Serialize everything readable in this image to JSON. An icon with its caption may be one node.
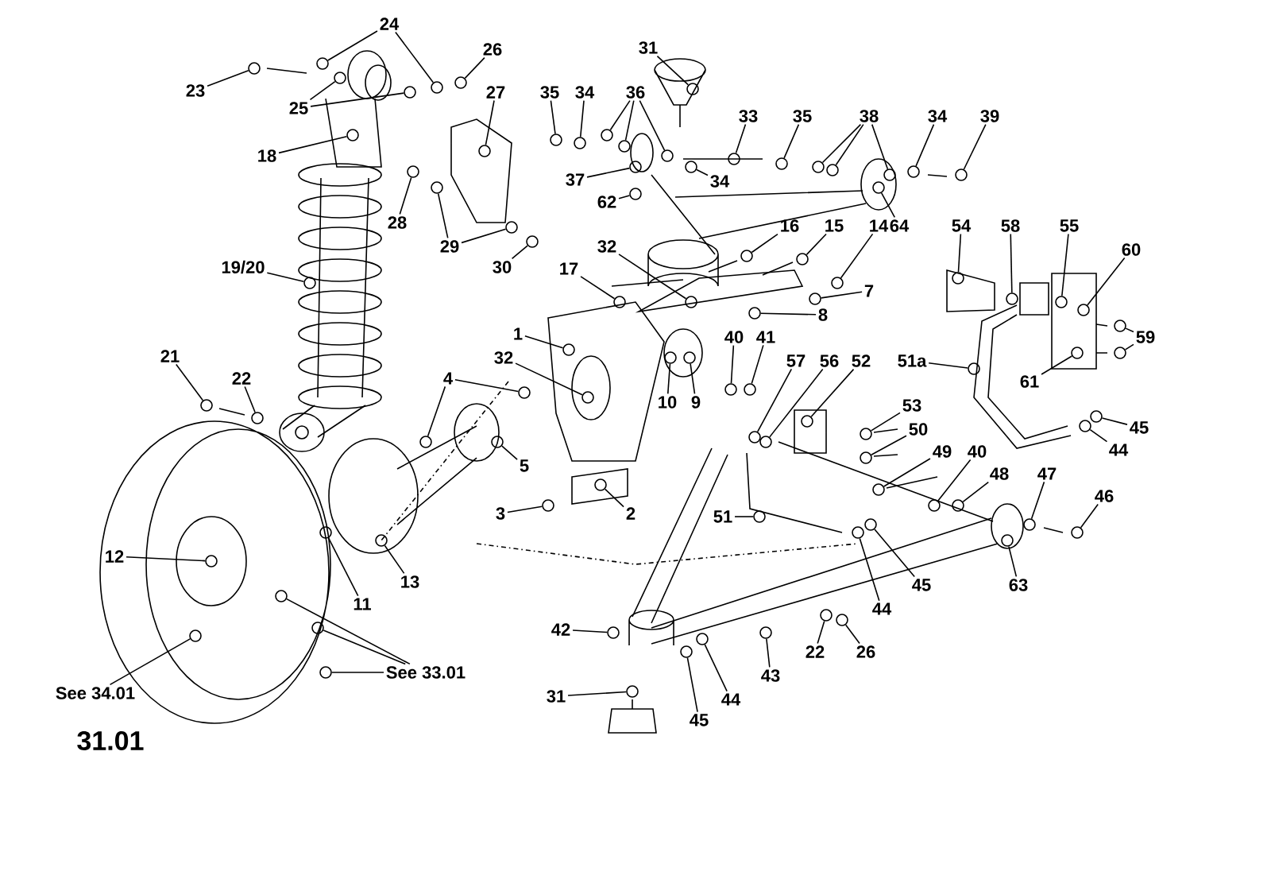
{
  "diagram": {
    "nodes": [
      {
        "text": [
          "24"
        ]
      },
      {
        "text": [
          "26"
        ]
      },
      {
        "text": [
          "31"
        ]
      },
      {
        "text": [
          "23"
        ]
      },
      {
        "text": [
          "27"
        ]
      },
      {
        "text": [
          "35"
        ]
      },
      {
        "text": [
          "34"
        ]
      },
      {
        "text": [
          "36"
        ]
      },
      {
        "text": [
          "25"
        ]
      },
      {
        "text": [
          "33"
        ]
      },
      {
        "text": [
          "35"
        ]
      },
      {
        "text": [
          "38"
        ]
      },
      {
        "text": [
          "34"
        ]
      },
      {
        "text": [
          "39"
        ]
      },
      {
        "text": [
          "18"
        ]
      },
      {
        "text": [
          "37"
        ]
      },
      {
        "text": [
          "34"
        ]
      },
      {
        "text": [
          "62"
        ]
      },
      {
        "text": [
          "28"
        ]
      },
      {
        "text": [
          "16"
        ]
      },
      {
        "text": [
          "15"
        ]
      },
      {
        "text": [
          "14"
        ]
      },
      {
        "text": [
          "64"
        ]
      },
      {
        "text": [
          "54"
        ]
      },
      {
        "text": [
          "58"
        ]
      },
      {
        "text": [
          "55"
        ]
      },
      {
        "text": [
          "29"
        ]
      },
      {
        "text": [
          "32"
        ]
      },
      {
        "text": [
          "60"
        ]
      },
      {
        "text": [
          "30"
        ]
      },
      {
        "text": [
          "19/20"
        ]
      },
      {
        "text": [
          "17"
        ]
      },
      {
        "text": [
          "7"
        ]
      },
      {
        "text": [
          "8"
        ]
      },
      {
        "text": [
          "1"
        ]
      },
      {
        "text": [
          "40"
        ]
      },
      {
        "text": [
          "41"
        ]
      },
      {
        "text": [
          "59"
        ]
      },
      {
        "text": [
          "21"
        ]
      },
      {
        "text": [
          "32"
        ]
      },
      {
        "text": [
          "57"
        ]
      },
      {
        "text": [
          "56"
        ]
      },
      {
        "text": [
          "52"
        ]
      },
      {
        "text": [
          "51a"
        ]
      },
      {
        "text": [
          "4"
        ]
      },
      {
        "text": [
          "22"
        ]
      },
      {
        "text": [
          "61"
        ]
      },
      {
        "text": [
          "10"
        ]
      },
      {
        "text": [
          "9"
        ]
      },
      {
        "text": [
          "53"
        ]
      },
      {
        "text": [
          "45"
        ]
      },
      {
        "text": [
          "50"
        ]
      },
      {
        "text": [
          "44"
        ]
      },
      {
        "text": [
          "49"
        ]
      },
      {
        "text": [
          "40"
        ]
      },
      {
        "text": [
          "5"
        ]
      },
      {
        "text": [
          "48"
        ]
      },
      {
        "text": [
          "47"
        ]
      },
      {
        "text": [
          "46"
        ]
      },
      {
        "text": [
          "3"
        ]
      },
      {
        "text": [
          "2"
        ]
      },
      {
        "text": [
          "51"
        ]
      },
      {
        "text": [
          "12"
        ]
      },
      {
        "text": [
          "13"
        ]
      },
      {
        "text": [
          "45"
        ]
      },
      {
        "text": [
          "63"
        ]
      },
      {
        "text": [
          "11"
        ]
      },
      {
        "text": [
          "44"
        ]
      },
      {
        "text": [
          "42"
        ]
      },
      {
        "text": [
          "22"
        ]
      },
      {
        "text": [
          "26"
        ]
      },
      {
        "text": [
          "See 34.01"
        ]
      },
      {
        "text": [
          "See 33.01"
        ]
      },
      {
        "text": [
          "43"
        ]
      },
      {
        "text": [
          "31"
        ]
      },
      {
        "text": [
          "44"
        ]
      },
      {
        "text": [
          "45"
        ]
      },
      {
        "text": [],
        "shape": "circle"
      },
      {
        "text": [],
        "shape": "circle"
      },
      {
        "text": [],
        "shape": "circle"
      },
      {
        "text": [],
        "shape": "circle"
      },
      {
        "text": [],
        "shape": "circle"
      },
      {
        "text": [],
        "shape": "circle"
      },
      {
        "text": [],
        "shape": "circle"
      },
      {
        "text": [],
        "shape": "circle"
      },
      {
        "text": [],
        "shape": "circle"
      },
      {
        "text": [],
        "shape": "circle"
      },
      {
        "text": [],
        "shape": "circle"
      },
      {
        "text": [],
        "shape": "circle"
      },
      {
        "text": [],
        "shape": "circle"
      },
      {
        "text": [],
        "shape": "circle"
      },
      {
        "text": [],
        "shape": "circle"
      },
      {
        "text": [],
        "shape": "circle"
      },
      {
        "text": [],
        "shape": "circle"
      },
      {
        "text": [],
        "shape": "circle"
      },
      {
        "text": [],
        "shape": "circle"
      },
      {
        "text": [],
        "shape": "circle"
      },
      {
        "text": [],
        "shape": "circle"
      },
      {
        "text": [],
        "shape": "circle"
      },
      {
        "text": [],
        "shape": "circle"
      },
      {
        "text": [],
        "shape": "circle"
      },
      {
        "text": [],
        "shape": "circle"
      },
      {
        "text": [],
        "shape": "circle"
      },
      {
        "text": [],
        "shape": "circle"
      },
      {
        "text": [],
        "shape": "circle"
      },
      {
        "text": [],
        "shape": "circle"
      },
      {
        "text": [],
        "shape": "circle"
      },
      {
        "text": [],
        "shape": "circle"
      },
      {
        "text": [],
        "shape": "circle"
      },
      {
        "text": [],
        "shape": "circle"
      },
      {
        "text": [],
        "shape": "circle"
      },
      {
        "text": [],
        "shape": "circle"
      },
      {
        "text": [],
        "shape": "circle"
      },
      {
        "text": [],
        "shape": "circle"
      },
      {
        "text": [],
        "shape": "circle"
      },
      {
        "text": [],
        "shape": "circle"
      },
      {
        "text": [],
        "shape": "circle"
      },
      {
        "text": [],
        "shape": "circle"
      },
      {
        "text": [],
        "shape": "circle"
      },
      {
        "text": [],
        "shape": "circle"
      },
      {
        "text": [],
        "shape": "circle"
      },
      {
        "text": [],
        "shape": "circle"
      },
      {
        "text": [],
        "shape": "circle"
      },
      {
        "text": [],
        "shape": "circle"
      },
      {
        "text": [],
        "shape": "circle"
      },
      {
        "text": [],
        "shape": "circle"
      },
      {
        "text": [],
        "shape": "circle"
      },
      {
        "text": [],
        "shape": "circle"
      },
      {
        "text": [],
        "shape": "circle"
      },
      {
        "text": [],
        "shape": "circle"
      },
      {
        "text": [],
        "shape": "circle"
      },
      {
        "text": [],
        "shape": "circle"
      },
      {
        "text": [],
        "shape": "circle"
      },
      {
        "text": [],
        "shape": "circle"
      },
      {
        "text": [],
        "shape": "circle"
      },
      {
        "text": [],
        "shape": "circle"
      },
      {
        "text": [],
        "shape": "circle"
      },
      {
        "text": [],
        "shape": "circle"
      },
      {
        "text": [],
        "shape": "circle"
      },
      {
        "text": [],
        "shape": "circle"
      },
      {
        "text": [],
        "shape": "circle"
      },
      {
        "text": [],
        "shape": "circle"
      },
      {
        "text": [],
        "shape": "circle"
      },
      {
        "text": [],
        "shape": "circle"
      },
      {
        "text": [],
        "shape": "circle"
      },
      {
        "text": [],
        "shape": "circle"
      },
      {
        "text": [],
        "shape": "circle"
      },
      {
        "text": [],
        "shape": "circle"
      },
      {
        "text": [],
        "shape": "circle"
      },
      {
        "text": [],
        "shape": "circle"
      },
      {
        "text": [],
        "shape": "circle"
      },
      {
        "text": [],
        "shape": "circle"
      },
      {
        "text": [],
        "shape": "circle"
      },
      {
        "text": [],
        "shape": "circle"
      },
      {
        "text": [],
        "shape": "circle"
      },
      {
        "text": [],
        "shape": "circle"
      },
      {
        "text": [],
        "shape": "circle"
      },
      {
        "text": [],
        "shape": "circle"
      },
      {
        "text": [],
        "shape": "circle"
      },
      {
        "text": [],
        "shape": "circle"
      },
      {
        "text": [],
        "shape": "circle"
      },
      {
        "text": [],
        "shape": "circle"
      },
      {
        "text": [],
        "shape": "circle"
      },
      {
        "text": [],
        "shape": "circle"
      },
      {
        "text": [],
        "shape": "circle"
      }
    ],
    "edges": [
      {
        "from": 0,
        "to": 77,
        "arrow": "none"
      },
      {
        "from": 0,
        "to": 78,
        "arrow": "none"
      },
      {
        "from": 1,
        "to": 79,
        "arrow": "none"
      },
      {
        "from": 2,
        "to": 80,
        "arrow": "none"
      },
      {
        "from": 3,
        "to": 81,
        "arrow": "none"
      },
      {
        "from": 4,
        "to": 82,
        "arrow": "none"
      },
      {
        "from": 5,
        "to": 83,
        "arrow": "none"
      },
      {
        "from": 6,
        "to": 84,
        "arrow": "none"
      },
      {
        "from": 7,
        "to": 85,
        "arrow": "none"
      },
      {
        "from": 7,
        "to": 86,
        "arrow": "none"
      },
      {
        "from": 7,
        "to": 87,
        "arrow": "none"
      },
      {
        "from": 8,
        "to": 88,
        "arrow": "none"
      },
      {
        "from": 8,
        "to": 89,
        "arrow": "none"
      },
      {
        "from": 9,
        "to": 90,
        "arrow": "none"
      },
      {
        "from": 10,
        "to": 91,
        "arrow": "none"
      },
      {
        "from": 11,
        "to": 92,
        "arrow": "none"
      },
      {
        "from": 11,
        "to": 93,
        "arrow": "none"
      },
      {
        "from": 11,
        "to": 94,
        "arrow": "none"
      },
      {
        "from": 12,
        "to": 95,
        "arrow": "none"
      },
      {
        "from": 13,
        "to": 96,
        "arrow": "none"
      },
      {
        "from": 14,
        "to": 97,
        "arrow": "none"
      },
      {
        "from": 15,
        "to": 98,
        "arrow": "none"
      },
      {
        "from": 16,
        "to": 99,
        "arrow": "none"
      },
      {
        "from": 17,
        "to": 100,
        "arrow": "none"
      },
      {
        "from": 18,
        "to": 101,
        "arrow": "none"
      },
      {
        "from": 19,
        "to": 102,
        "arrow": "none"
      },
      {
        "from": 20,
        "to": 103,
        "arrow": "none"
      },
      {
        "from": 21,
        "to": 104,
        "arrow": "none"
      },
      {
        "from": 22,
        "to": 105,
        "arrow": "none"
      },
      {
        "from": 23,
        "to": 106,
        "arrow": "none"
      },
      {
        "from": 24,
        "to": 107,
        "arrow": "none"
      },
      {
        "from": 25,
        "to": 108,
        "arrow": "none"
      },
      {
        "from": 26,
        "to": 109,
        "arrow": "none"
      },
      {
        "from": 26,
        "to": 110,
        "arrow": "none"
      },
      {
        "from": 27,
        "to": 111,
        "arrow": "none"
      },
      {
        "from": 28,
        "to": 112,
        "arrow": "none"
      },
      {
        "from": 29,
        "to": 113,
        "arrow": "none"
      },
      {
        "from": 30,
        "to": 114,
        "arrow": "none"
      },
      {
        "from": 31,
        "to": 115,
        "arrow": "none"
      },
      {
        "from": 32,
        "to": 116,
        "arrow": "none"
      },
      {
        "from": 33,
        "to": 117,
        "arrow": "none"
      },
      {
        "from": 34,
        "to": 118,
        "arrow": "none"
      },
      {
        "from": 35,
        "to": 119,
        "arrow": "none"
      },
      {
        "from": 36,
        "to": 120,
        "arrow": "none"
      },
      {
        "from": 37,
        "to": 121,
        "arrow": "none"
      },
      {
        "from": 37,
        "to": 122,
        "arrow": "none"
      },
      {
        "from": 38,
        "to": 123,
        "arrow": "none"
      },
      {
        "from": 39,
        "to": 124,
        "arrow": "none"
      },
      {
        "from": 40,
        "to": 125,
        "arrow": "none"
      },
      {
        "from": 41,
        "to": 126,
        "arrow": "none"
      },
      {
        "from": 42,
        "to": 127,
        "arrow": "none"
      },
      {
        "from": 43,
        "to": 128,
        "arrow": "none"
      },
      {
        "from": 44,
        "to": 129,
        "arrow": "none"
      },
      {
        "from": 44,
        "to": 130,
        "arrow": "none"
      },
      {
        "from": 45,
        "to": 131,
        "arrow": "none"
      },
      {
        "from": 46,
        "to": 132,
        "arrow": "none"
      },
      {
        "from": 47,
        "to": 133,
        "arrow": "none"
      },
      {
        "from": 48,
        "to": 134,
        "arrow": "none"
      },
      {
        "from": 49,
        "to": 135,
        "arrow": "none"
      },
      {
        "from": 50,
        "to": 136,
        "arrow": "none"
      },
      {
        "from": 51,
        "to": 137,
        "arrow": "none"
      },
      {
        "from": 52,
        "to": 138,
        "arrow": "none"
      },
      {
        "from": 53,
        "to": 139,
        "arrow": "none"
      },
      {
        "from": 54,
        "to": 140,
        "arrow": "none"
      },
      {
        "from": 55,
        "to": 141,
        "arrow": "none"
      },
      {
        "from": 56,
        "to": 142,
        "arrow": "none"
      },
      {
        "from": 57,
        "to": 143,
        "arrow": "none"
      },
      {
        "from": 58,
        "to": 144,
        "arrow": "none"
      },
      {
        "from": 59,
        "to": 145,
        "arrow": "none"
      },
      {
        "from": 60,
        "to": 146,
        "arrow": "none"
      },
      {
        "from": 61,
        "to": 147,
        "arrow": "none"
      },
      {
        "from": 62,
        "to": 148,
        "arrow": "none"
      },
      {
        "from": 63,
        "to": 149,
        "arrow": "none"
      },
      {
        "from": 64,
        "to": 150,
        "arrow": "none"
      },
      {
        "from": 65,
        "to": 151,
        "arrow": "none"
      },
      {
        "from": 66,
        "to": 152,
        "arrow": "none"
      },
      {
        "from": 67,
        "to": 153,
        "arrow": "none"
      },
      {
        "from": 68,
        "to": 154,
        "arrow": "none"
      },
      {
        "from": 69,
        "to": 155,
        "arrow": "none"
      },
      {
        "from": 70,
        "to": 156,
        "arrow": "none"
      },
      {
        "from": 71,
        "to": 157,
        "arrow": "none"
      },
      {
        "from": 72,
        "to": 158,
        "arrow": "none"
      },
      {
        "from": 72,
        "to": 159,
        "arrow": "none"
      },
      {
        "from": 72,
        "to": 160,
        "arrow": "none"
      },
      {
        "from": 73,
        "to": 161,
        "arrow": "none"
      },
      {
        "from": 74,
        "to": 162,
        "arrow": "none"
      },
      {
        "from": 75,
        "to": 163,
        "arrow": "none"
      },
      {
        "from": 76,
        "to": 164,
        "arrow": "none"
      }
    ],
    "labels": [
      "31.01"
    ]
  }
}
